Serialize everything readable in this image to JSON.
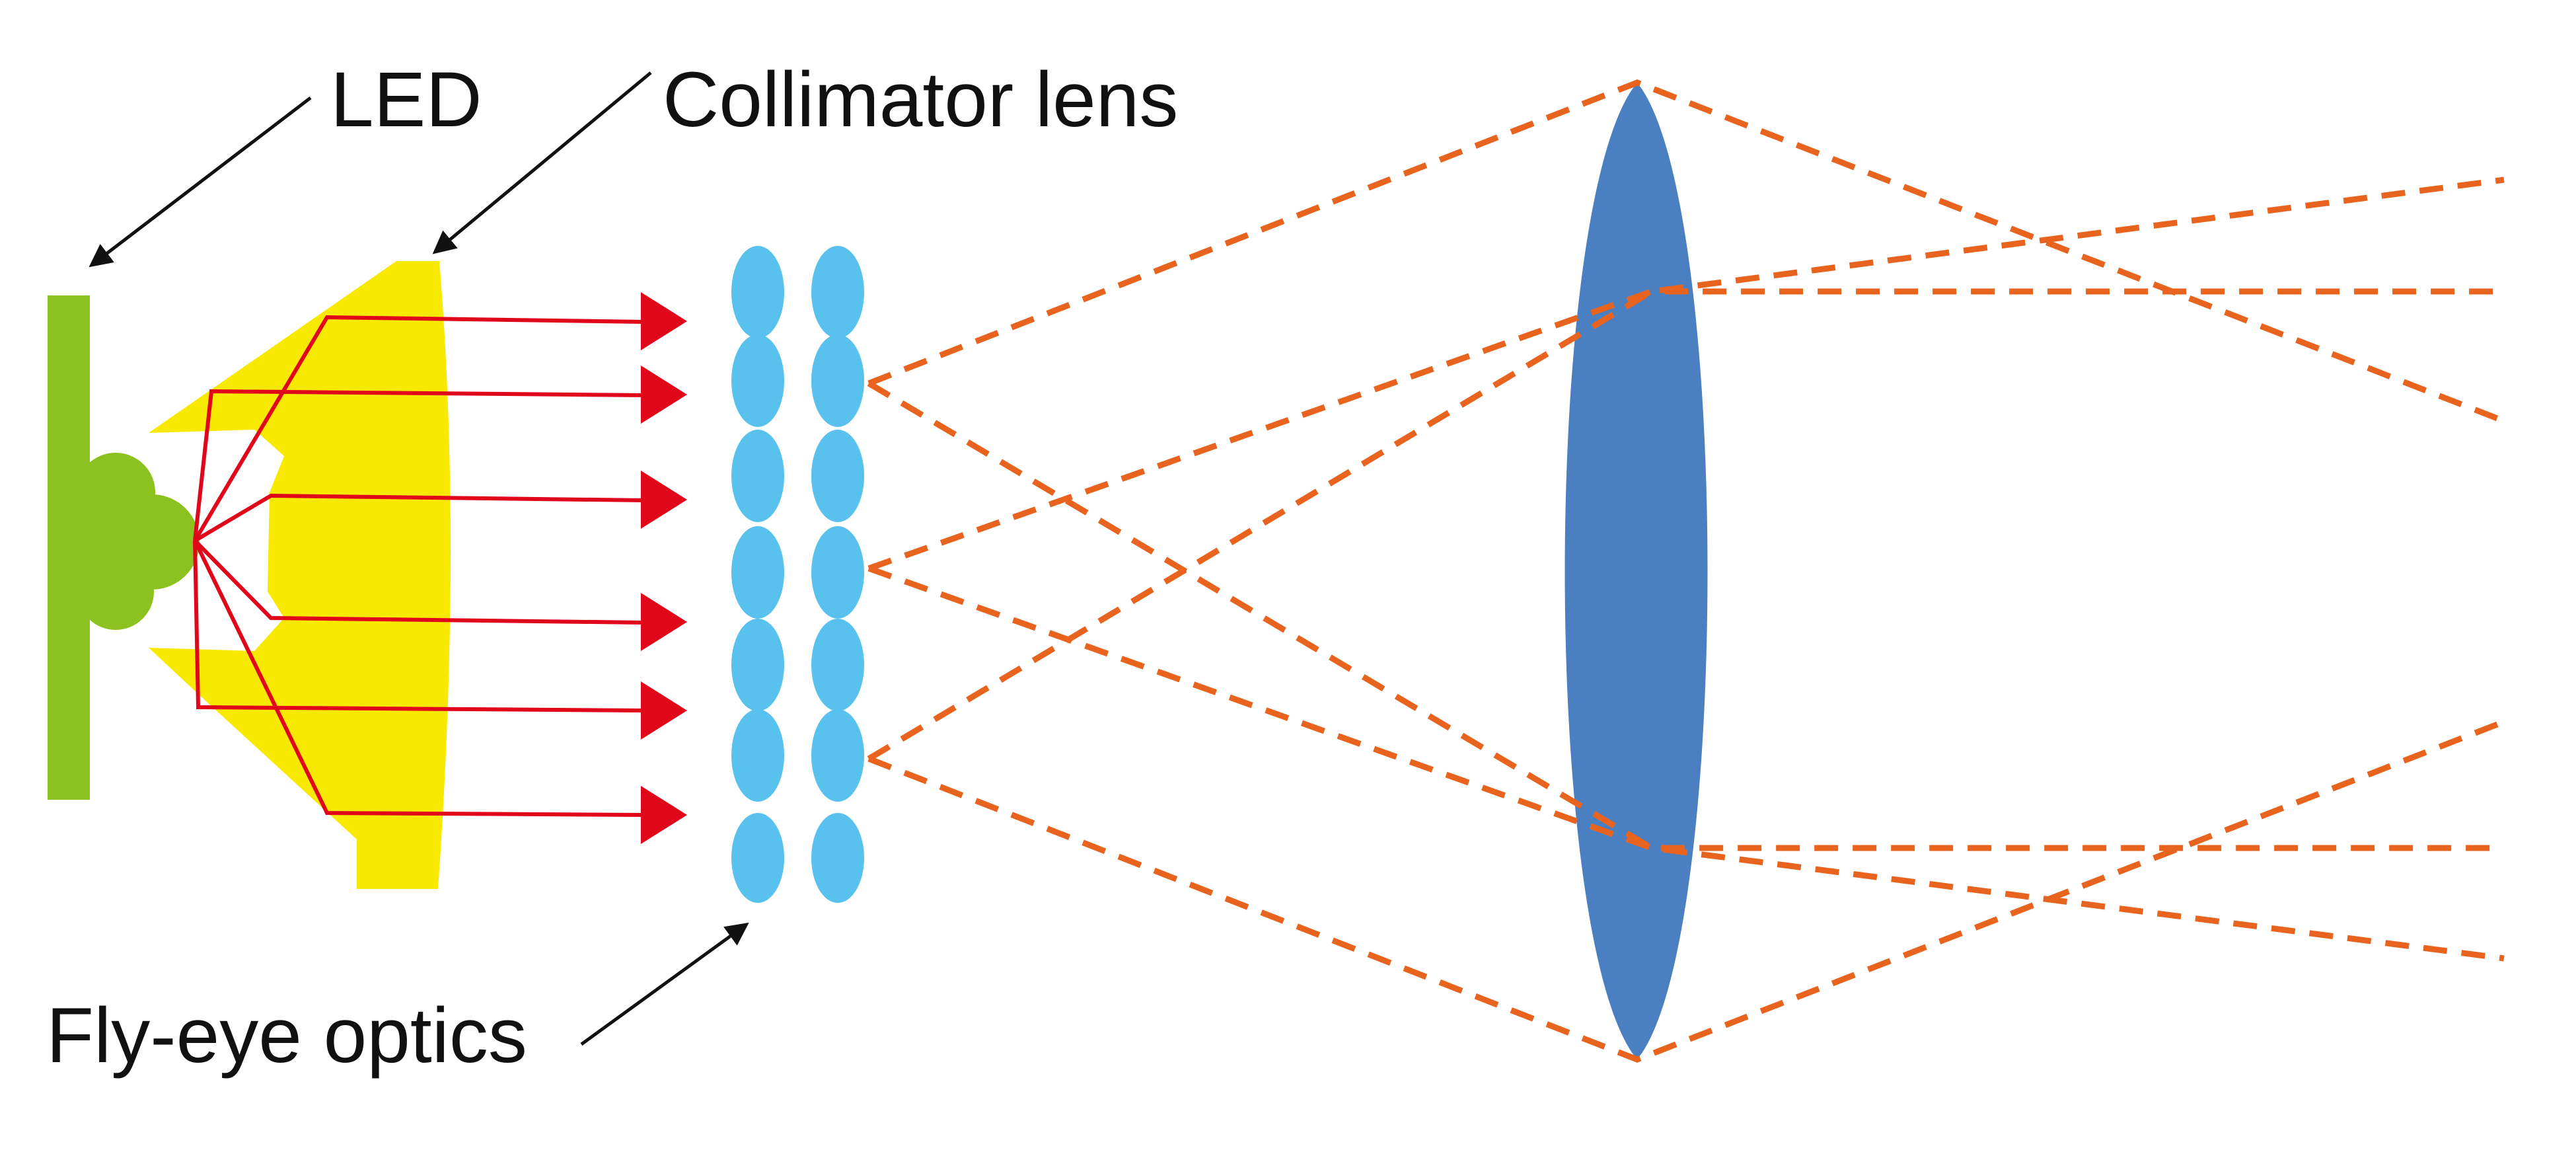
{
  "labels": {
    "led": "LED",
    "collimator": "Collimator lens",
    "flyeye": "Fly-eye optics"
  },
  "colors": {
    "led_green": "#8cc21f",
    "collimator_yellow": "#f7ea00",
    "red_rays": "#e1071b",
    "flyeye_cyan": "#58c1ee",
    "condenser_blue": "#4a7fc1",
    "dashed_orange": "#e8641e",
    "arrow_black": "#111111"
  },
  "icons": {
    "pointer": "black-arrow-icon",
    "ray_head": "red-arrowhead-icon"
  }
}
